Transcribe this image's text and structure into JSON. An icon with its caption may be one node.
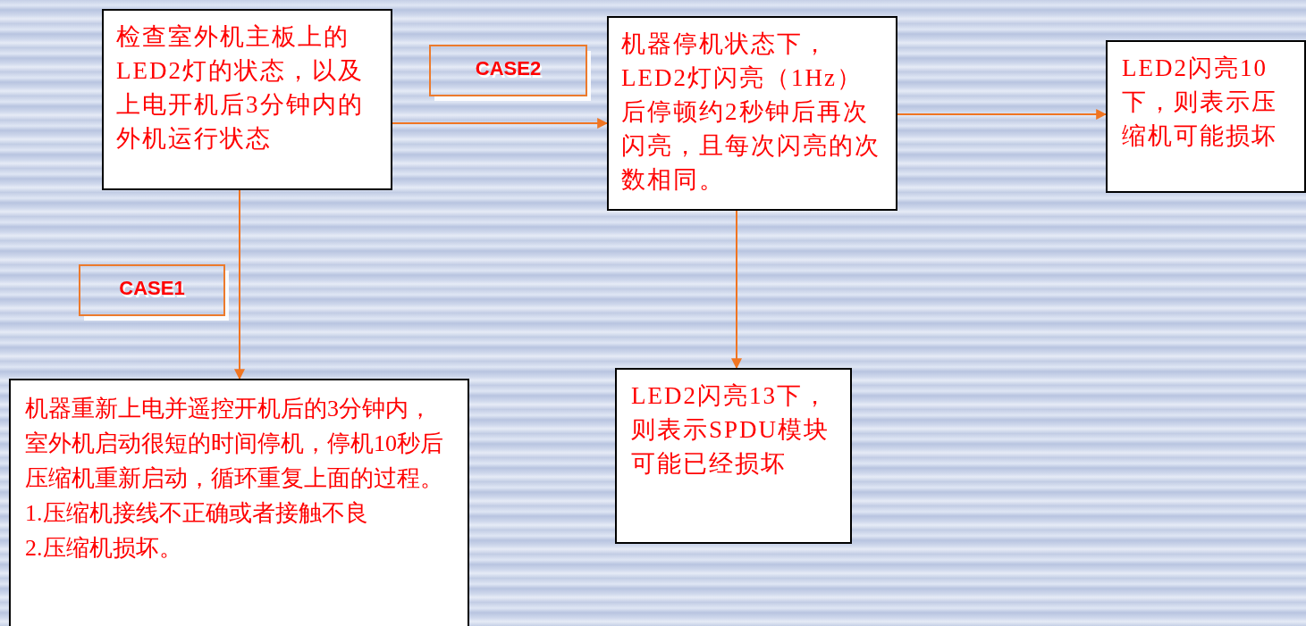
{
  "diagram": {
    "nodes": [
      {
        "text": [
          "检查室外机主板上的LED2灯的状态，以及上电开机后3分钟内的外机运行状态"
        ]
      },
      {
        "text": [
          "机器停机状态下，LED2灯闪亮（1Hz）后停顿约2秒钟后再次闪亮，且每次闪亮的次数相同。"
        ]
      },
      {
        "text": [
          "LED2闪亮10下，则表示压缩机可能损坏"
        ]
      },
      {
        "text": [
          "机器重新上电并遥控开机后的3分钟内，室外机启动很短的时间停机，停机10秒后压缩机重新启动，循环重复上面的过程。",
          "1.压缩机接线不正确或者接触不良",
          "2.压缩机损坏。"
        ]
      },
      {
        "text": [
          "LED2闪亮13下，则表示SPDU模块可能已经损坏"
        ]
      }
    ],
    "edges": [
      {
        "from": 0,
        "to": 1,
        "arrow": "to",
        "label": "CASE2"
      },
      {
        "from": 0,
        "to": 3,
        "arrow": "to",
        "label": "CASE1"
      },
      {
        "from": 1,
        "to": 2,
        "arrow": "to"
      },
      {
        "from": 1,
        "to": 4,
        "arrow": "to"
      }
    ]
  }
}
